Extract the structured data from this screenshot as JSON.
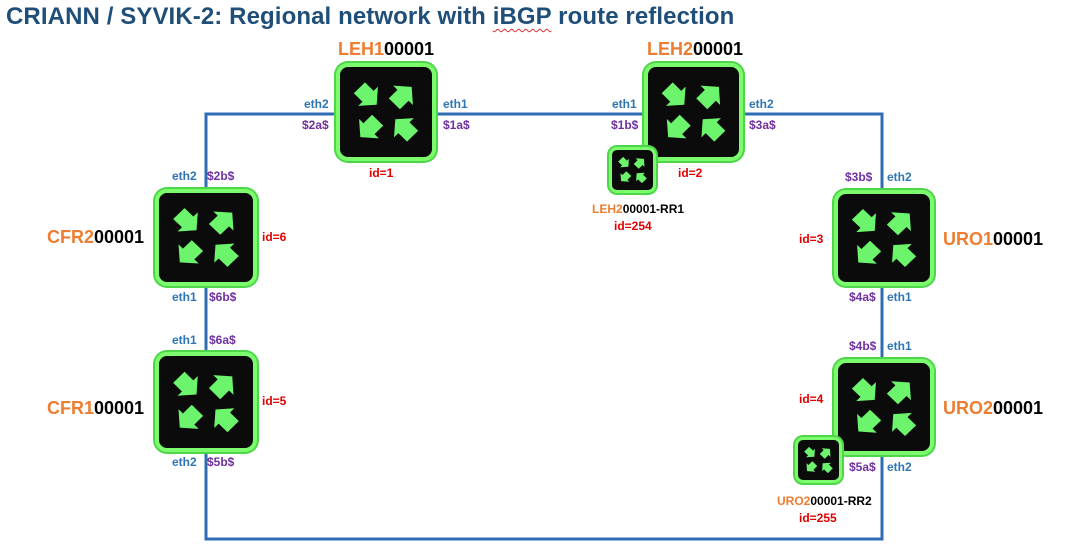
{
  "title": {
    "part1": "CRIANN / SYVIK-2: Regional network with ",
    "part2": "iBGP",
    "part3": " route reflection"
  },
  "colors": {
    "link": "#2e6db4",
    "router_border": "#7cfc6c",
    "router_body": "#0b0b0b",
    "arrow": "#6cf56c",
    "name_highlight": "#ed7d31",
    "interface": "#2e75b6",
    "variable": "#7030a0",
    "id": "#e00000"
  },
  "routers": {
    "leh1": {
      "name_hl": "LEH1",
      "name_rest": "00001",
      "id": "id=1",
      "if_left": "eth2",
      "var_left": "$2a$",
      "if_right": "eth1",
      "var_right": "$1a$"
    },
    "leh2": {
      "name_hl": "LEH2",
      "name_rest": "00001",
      "id": "id=2",
      "if_left": "eth1",
      "var_left": "$1b$",
      "if_right": "eth2",
      "var_right": "$3a$"
    },
    "leh2_rr1": {
      "name_hl": "LEH2",
      "name_rest": "00001-RR1",
      "id": "id=254"
    },
    "cfr2": {
      "name_hl": "CFR2",
      "name_rest": "00001",
      "id": "id=6",
      "if_top": "eth2",
      "var_top": "$2b$",
      "if_bottom": "eth1",
      "var_bottom": "$6b$"
    },
    "cfr1": {
      "name_hl": "CFR1",
      "name_rest": "00001",
      "id": "id=5",
      "if_top": "eth1",
      "var_top": "$6a$",
      "if_bottom": "eth2",
      "var_bottom": "$5b$"
    },
    "uro1": {
      "name_hl": "URO1",
      "name_rest": "00001",
      "id": "id=3",
      "if_top": "eth2",
      "var_top": "$3b$",
      "if_bottom": "eth1",
      "var_bottom": "$4a$"
    },
    "uro2": {
      "name_hl": "URO2",
      "name_rest": "00001",
      "id": "id=4",
      "if_top": "eth1",
      "var_top": "$4b$",
      "if_bottom": "eth2",
      "var_bottom": "$5a$"
    },
    "uro2_rr2": {
      "name_hl": "URO2",
      "name_rest": "00001-RR2",
      "id": "id=255"
    }
  }
}
